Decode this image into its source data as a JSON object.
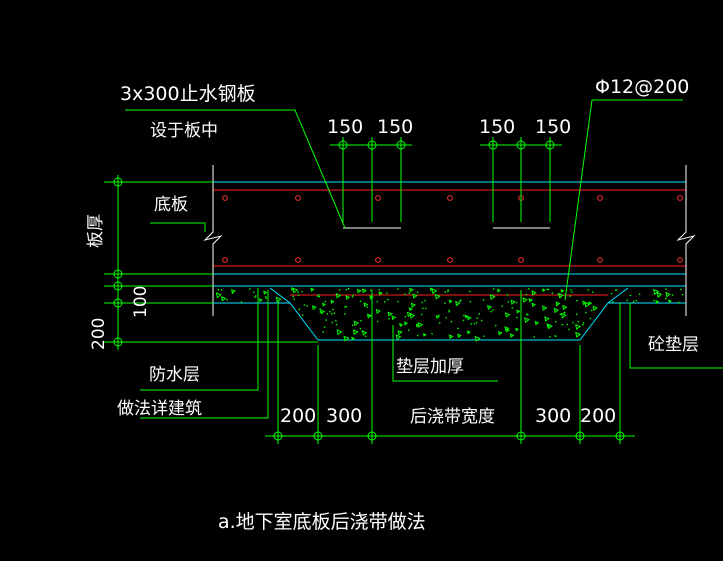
{
  "labels": {
    "waterstop": "3x300止水钢板",
    "waterstop_loc": "设于板中",
    "rebar": "Φ12@200",
    "slab": "底板",
    "slab_thickness": "板厚",
    "dim_100": "100",
    "dim_200_left": "200",
    "waterproof": "防水层",
    "waterproof_ref": "做法详建筑",
    "cushion_thicken": "垫层加厚",
    "concrete_cushion": "砼垫层",
    "dim_150_a": "150",
    "dim_150_b": "150",
    "dim_150_c": "150",
    "dim_150_d": "150",
    "dim_200_b1": "200",
    "dim_300_b1": "300",
    "band_width": "后浇带宽度",
    "dim_300_b2": "300",
    "dim_200_b2": "200",
    "caption": "a.地下室底板后浇带做法"
  },
  "colors": {
    "background": "#000000",
    "dimension": "#00ff00",
    "rebar": "#ff2020",
    "slab_edge": "#00e5ff",
    "text": "#ffffff"
  }
}
